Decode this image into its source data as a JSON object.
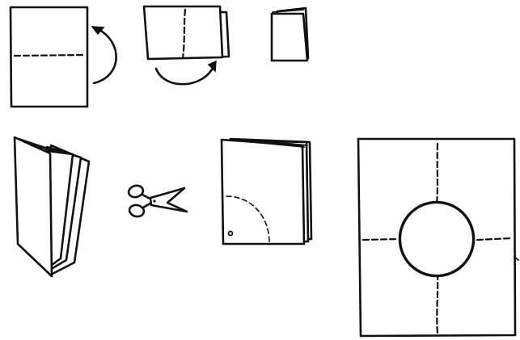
{
  "illustration": {
    "ink_color": "#111111",
    "paper_color": "#ffffff",
    "steps": [
      {
        "id": "fold-sheet-in-half",
        "icon": "fold-up-arrow"
      },
      {
        "id": "fold-again",
        "icon": "fold-around-arrow"
      },
      {
        "id": "small-booklet"
      },
      {
        "id": "open-booklet-pages"
      },
      {
        "id": "cut",
        "icon": "scissors-icon"
      },
      {
        "id": "booklet-with-quarter-circle-cut-line"
      },
      {
        "id": "unfolded-sheet-with-circle-hole"
      }
    ]
  }
}
